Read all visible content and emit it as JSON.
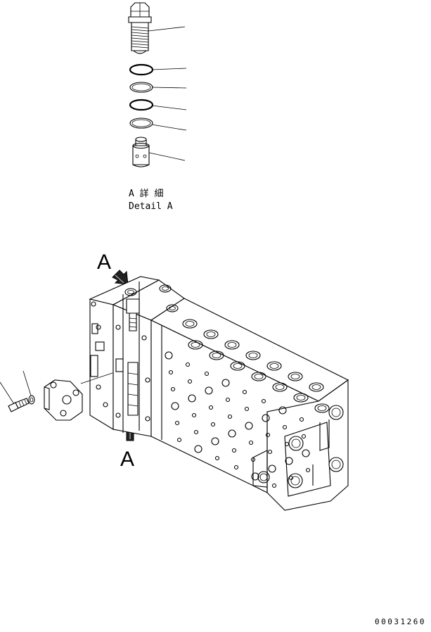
{
  "detail": {
    "caption_jp": "A 詳 細",
    "caption_en": "Detail A"
  },
  "view_labels": {
    "upper": "A",
    "lower": "A"
  },
  "figure_number": "00031260",
  "colors": {
    "line": "#000000",
    "background": "#ffffff"
  }
}
